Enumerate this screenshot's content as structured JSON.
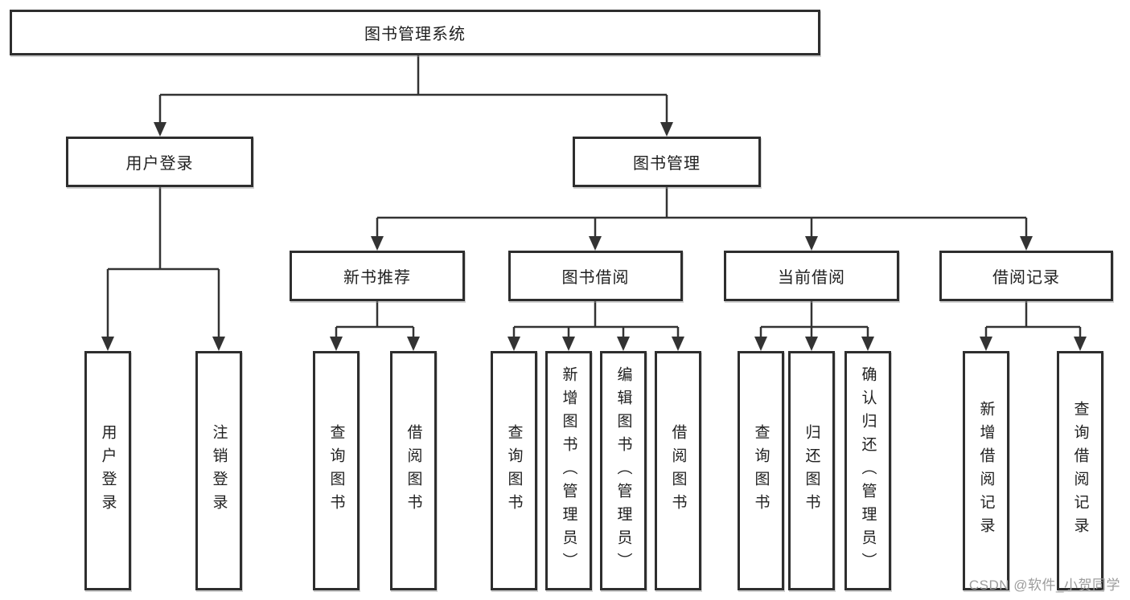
{
  "diagram": {
    "tree": {
      "label": "图书管理系统",
      "children": [
        {
          "label": "用户登录",
          "children": [
            {
              "label": "用户登录"
            },
            {
              "label": "注销登录"
            }
          ]
        },
        {
          "label": "图书管理",
          "children": [
            {
              "label": "新书推荐",
              "children": [
                {
                  "label": "查询图书"
                },
                {
                  "label": "借阅图书"
                }
              ]
            },
            {
              "label": "图书借阅",
              "children": [
                {
                  "label": "查询图书"
                },
                {
                  "label": "新增图书（管理员）"
                },
                {
                  "label": "编辑图书（管理员）"
                },
                {
                  "label": "借阅图书"
                }
              ]
            },
            {
              "label": "当前借阅",
              "children": [
                {
                  "label": "查询图书"
                },
                {
                  "label": "归还图书"
                },
                {
                  "label": "确认归还（管理员）"
                }
              ]
            },
            {
              "label": "借阅记录",
              "children": [
                {
                  "label": "新增借阅记录"
                },
                {
                  "label": "查询借阅记录"
                }
              ]
            }
          ]
        }
      ]
    },
    "colors": {
      "line": "#333333",
      "border": "#2e2e2e",
      "text": "#212121",
      "background": "#ffffff"
    }
  },
  "watermark": {
    "text": "CSDN @软件_小贺同学",
    "color": "#9c9c9c"
  }
}
